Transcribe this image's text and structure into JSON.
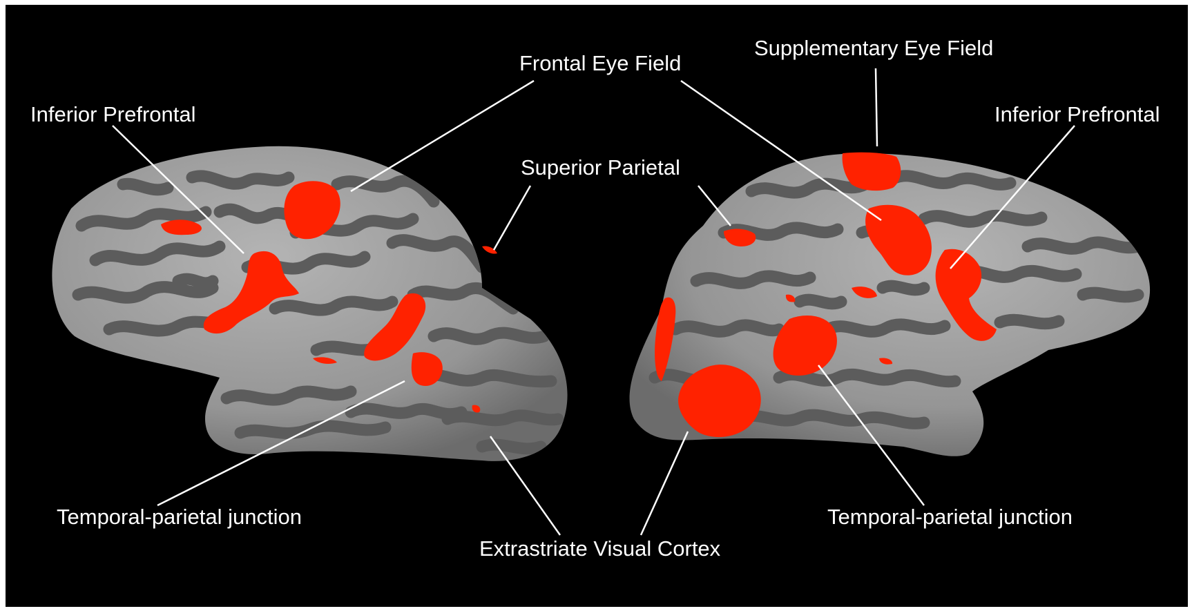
{
  "figure": {
    "background": "#000000",
    "cortex_light": "#9a9a9a",
    "cortex_dark": "#5c5c5c",
    "activation": "#ff2200",
    "leader_color": "#ffffff"
  },
  "labels": {
    "inferior_prefrontal_left": "Inferior Prefrontal",
    "frontal_eye_field": "Frontal Eye Field",
    "supplementary_eye_field": "Supplementary Eye Field",
    "inferior_prefrontal_right": "Inferior Prefrontal",
    "superior_parietal": "Superior Parietal",
    "tpj_left": "Temporal-parietal junction",
    "tpj_right": "Temporal-parietal junction",
    "extrastriate_visual_cortex": "Extrastriate Visual Cortex"
  }
}
